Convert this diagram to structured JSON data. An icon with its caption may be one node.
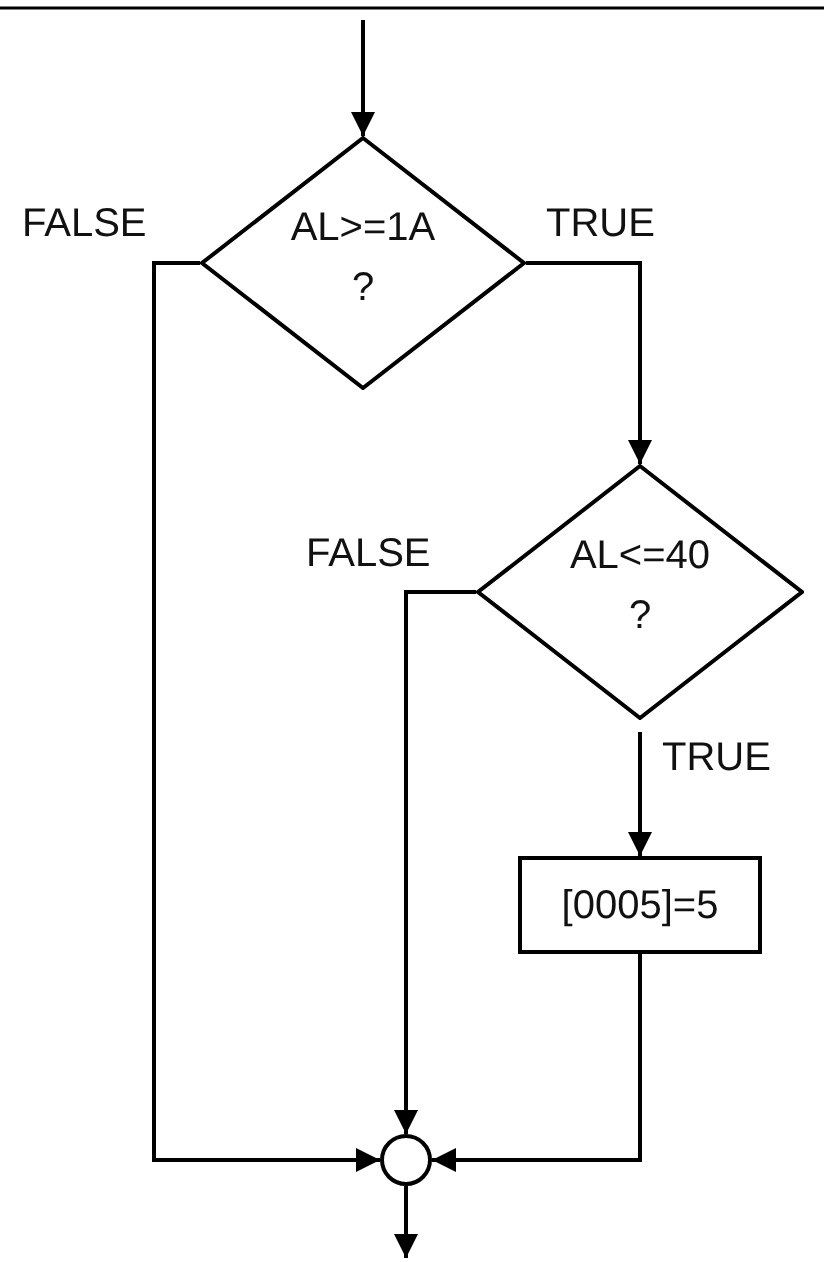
{
  "diagram": {
    "nodes": [
      {
        "text": [
          "AL>=1A ?"
        ]
      },
      {
        "text": [
          "AL<=40 ?"
        ]
      },
      {
        "text": [
          "[0005]=5"
        ]
      },
      {
        "text": [],
        "shape": "circle"
      }
    ],
    "edges": [
      {
        "from": null,
        "to": 0,
        "arrow": "to"
      },
      {
        "from": 0,
        "to": 1,
        "label": "TRUE",
        "arrow": "to"
      },
      {
        "from": 0,
        "to": 3,
        "label": "FALSE",
        "arrow": "to"
      },
      {
        "from": 1,
        "to": 2,
        "label": "TRUE",
        "arrow": "to"
      },
      {
        "from": 1,
        "to": 3,
        "label": "FALSE",
        "arrow": "to"
      },
      {
        "from": 2,
        "to": 3,
        "arrow": "to"
      },
      {
        "from": 3,
        "to": null,
        "arrow": "to"
      }
    ]
  }
}
